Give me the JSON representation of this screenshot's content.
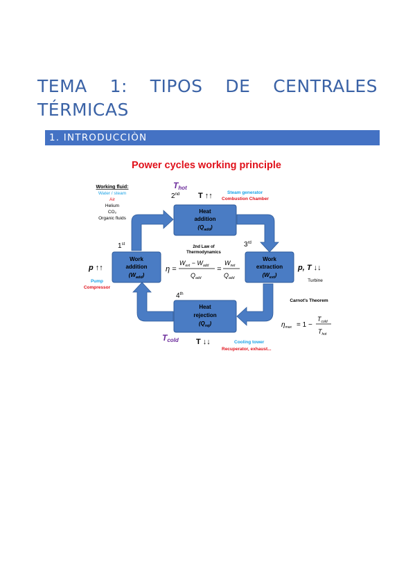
{
  "document": {
    "title": "TEMA 1: TIPOS DE CENTRALES TÉRMICAS",
    "section_heading": "1. INTRODUCCIÒN"
  },
  "figure": {
    "title": "Power cycles working principle",
    "working_fluid": {
      "label": "Working fluid:",
      "items": [
        "Water / steam",
        "Air",
        "Helium",
        "CO₂",
        "Organic fluids"
      ]
    },
    "t_hot": "T",
    "t_hot_sub": "hot",
    "t_cold": "T",
    "t_cold_sub": "cold",
    "top_T": "T ↑↑",
    "bottom_T": "T ↓↓",
    "left_p": "p ↑↑",
    "right_pT": "p, T ↓↓",
    "steam_generator": "Steam generator",
    "combustion_chamber": "Combustion Chamber",
    "pump": "Pump",
    "compressor": "Compressor",
    "turbine": "Turbine",
    "cooling_tower": "Cooling tower",
    "recuperator": "Recuperator, exhaust...",
    "second_law_1": "2nd Law of",
    "second_law_2": "Thermodynamics",
    "carnot": "Carnot's Theorem",
    "steps": {
      "first": "1st",
      "second": "2nd",
      "third": "3rd",
      "fourth": "4th"
    },
    "boxes": {
      "heat_addition": {
        "line1": "Heat",
        "line2": "addition",
        "line3": "(Q",
        "sub": "add",
        "close": ")"
      },
      "work_addition": {
        "line1": "Work",
        "line2": "addition",
        "line3": "(W",
        "sub": "add",
        "close": ")"
      },
      "work_extraction": {
        "line1": "Work",
        "line2": "extraction",
        "line3": "(W",
        "sub": "ext",
        "close": ")"
      },
      "heat_rejection": {
        "line1": "Heat",
        "line2": "rejection",
        "line3": "(Q",
        "sub": "rej",
        "close": ")"
      }
    },
    "colors": {
      "box_fill": "#4a7cc4",
      "arrow_fill": "#4a7cc4",
      "title_red": "#e0101a",
      "cyan": "#1aa2e6",
      "purple": "#6a2a9a"
    }
  }
}
